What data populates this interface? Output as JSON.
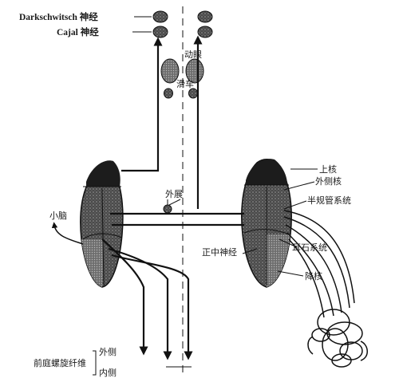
{
  "labels": {
    "darkschewitsch": "Darkschwitsch 神经",
    "cajal": "Cajal 神经",
    "oculomotor": "动眼",
    "trochlear": "滑车",
    "abducens": "外展",
    "cerebellum": "小脑",
    "superior_nucleus": "上核",
    "lateral_nucleus": "外侧核",
    "semicircular_canal_system": "半规管系统",
    "otolith_system": "耳石系统",
    "medial_nucleus": "正中神经",
    "inferior_nucleus": "降核",
    "vestibulospinal_tract": "前庭螺旋纤维",
    "lateral": "外侧",
    "medial": "内侧"
  },
  "colors": {
    "ink": "#111111",
    "nucleus_dark": "#1c1c1c",
    "nucleus_mid": "#5a5a5a",
    "nucleus_light": "#8a8a8a"
  }
}
